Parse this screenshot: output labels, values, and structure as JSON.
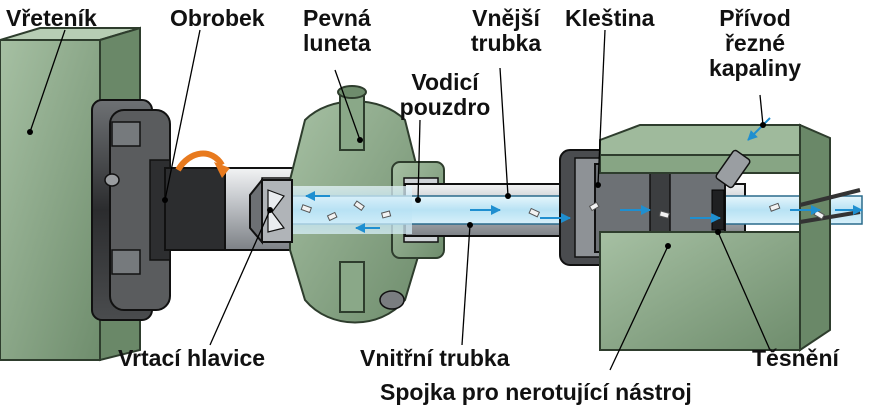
{
  "labels": {
    "vreteník": "Vřeteník",
    "obrobek": "Obrobek",
    "pevna_luneta": [
      "Pevná",
      "luneta"
    ],
    "vnejsi_trubka": [
      "Vnější",
      "trubka"
    ],
    "klestina": "Kleština",
    "privod": [
      "Přívod",
      "řezné",
      "kapaliny"
    ],
    "vodici_pouzdro": [
      "Vodicí",
      "pouzdro"
    ],
    "vrtaci_hlavice": "Vrtací hlavice",
    "vnitrni_trubka": "Vnitřní trubka",
    "tesneni": "Těsnění",
    "spojka": "Spojka pro nerotující nástroj"
  },
  "colors": {
    "machine_green": "#8aa888",
    "machine_green_dark": "#5f7d5e",
    "steel_dark": "#3b3b3b",
    "steel_light": "#c8ccd0",
    "coolant": "#bfe6f5",
    "arrow_blue": "#1f8fd0",
    "accent_orange": "#e87a1e"
  }
}
